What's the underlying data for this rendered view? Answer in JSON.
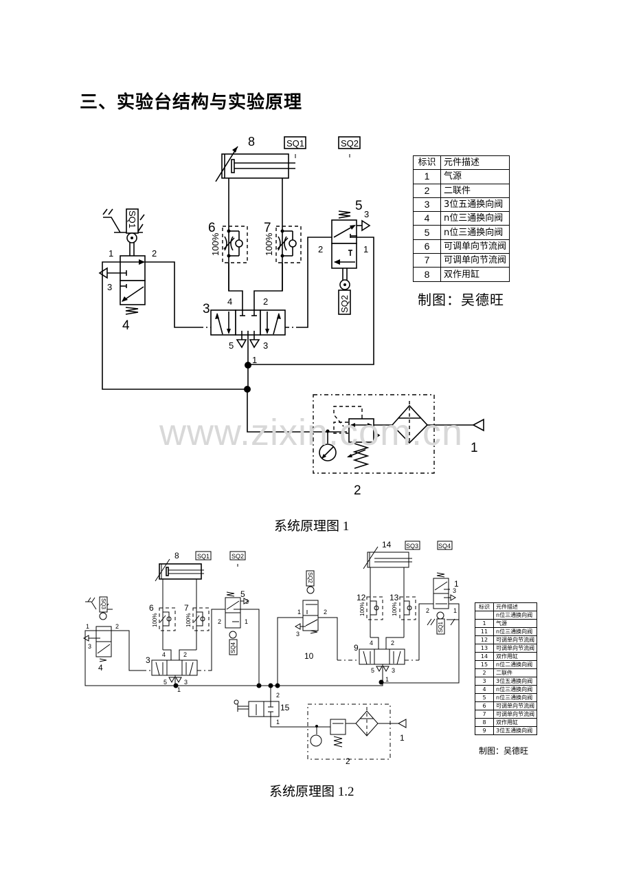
{
  "heading": "三、实验台结构与实验原理",
  "watermark": "www.zixin.com.cn",
  "figure1": {
    "caption": "系统原理图 1",
    "labels": {
      "cylinder": "8",
      "sq1_top": "SQ1",
      "sq2_top": "SQ2",
      "valve4_tag": "SQ1",
      "valve4": "4",
      "v4_p1": "1",
      "v4_p2": "2",
      "v4_p3": "3",
      "flow6": "6",
      "flow7": "7",
      "pct6": "100%",
      "pct7": "100%",
      "valve5": "5",
      "v5_p3": "3",
      "v5_p2": "2",
      "v5_p1": "1",
      "valve5_tag": "SQ2",
      "valve3": "3",
      "v3_p4": "4",
      "v3_p2": "2",
      "v3_p5": "5",
      "v3_p3": "3",
      "v3_p1": "1",
      "source": "1",
      "frl": "2"
    },
    "legend": {
      "header": [
        "标识",
        "元件描述"
      ],
      "rows": [
        [
          "1",
          "气源"
        ],
        [
          "2",
          "二联件"
        ],
        [
          "3",
          "3位五通换向阀"
        ],
        [
          "4",
          "n位三通换向阀"
        ],
        [
          "5",
          "n位三通换向阀"
        ],
        [
          "6",
          "可调单向节流阀"
        ],
        [
          "7",
          "可调单向节流阀"
        ],
        [
          "8",
          "双作用缸"
        ]
      ]
    },
    "author": "制图：吴德旺"
  },
  "figure2": {
    "caption": "系统原理图 1.2",
    "labels": {
      "cyl8": "8",
      "sq1": "SQ1",
      "sq2": "SQ2",
      "sq3_tag": "SQ3",
      "v4": "4",
      "f6": "6",
      "f7": "7",
      "pct": "100%",
      "v5": "5",
      "sq4_tag": "SQ4",
      "v3": "3",
      "cyl14": "14",
      "sq3": "SQ3",
      "sq4": "SQ4",
      "sq2_tag": "SQ2",
      "v10": "10",
      "f12": "12",
      "f13": "13",
      "v9": "9",
      "v11": "1",
      "sq1_tag": "SQ1",
      "v15": "15",
      "src": "1",
      "frl": "2",
      "p1": "1",
      "p2": "2",
      "p3": "3",
      "p4": "4",
      "p5": "5"
    },
    "legend": {
      "header": [
        "标识",
        "元件描述"
      ],
      "rows": [
        [
          "",
          "n位三通换向阀"
        ],
        [
          "1",
          "气源"
        ],
        [
          "11",
          "n位三通换向阀"
        ],
        [
          "12",
          "可调单向节流阀"
        ],
        [
          "13",
          "可调单向节流阀"
        ],
        [
          "14",
          "双作用缸"
        ],
        [
          "15",
          "n位二通换向阀"
        ],
        [
          "2",
          "二联件"
        ],
        [
          "3",
          "3位五通换向阀"
        ],
        [
          "4",
          "n位三通换向阀"
        ],
        [
          "5",
          "n位三通换向阀"
        ],
        [
          "6",
          "可调单向节流阀"
        ],
        [
          "7",
          "可调单向节流阀"
        ],
        [
          "8",
          "双作用缸"
        ],
        [
          "9",
          "3位五通换向阀"
        ]
      ]
    },
    "author": "制图：吴德旺"
  }
}
